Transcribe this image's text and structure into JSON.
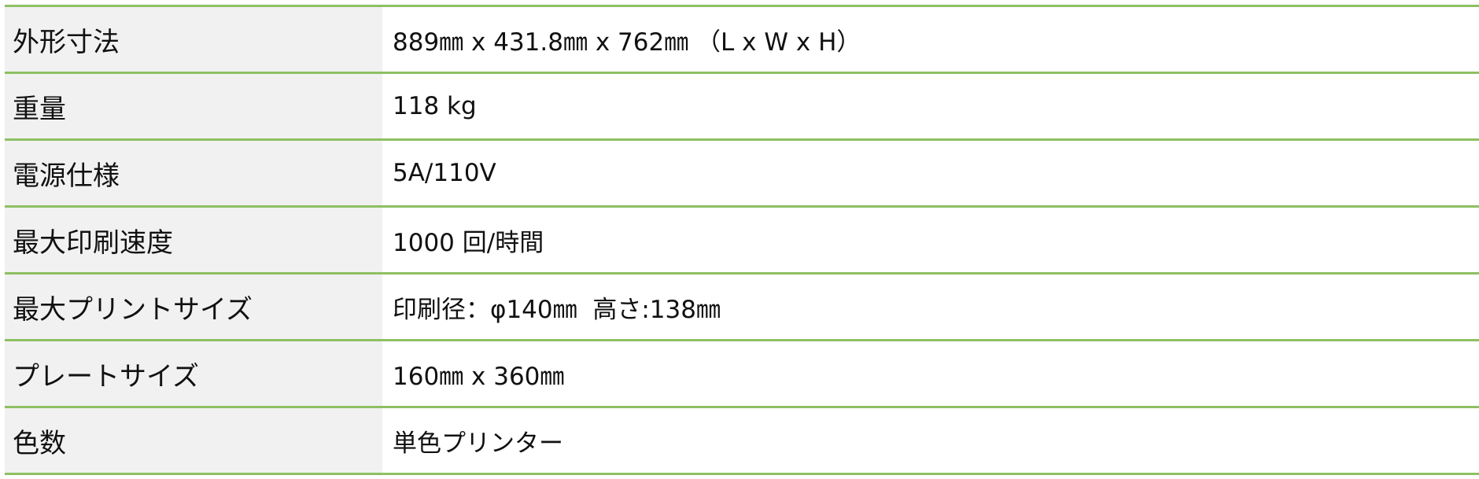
{
  "specs": {
    "rows": [
      {
        "label": "外形寸法",
        "value": "889㎜ x 431.8㎜ x 762㎜ （L x W x H）"
      },
      {
        "label": "重量",
        "value": "118 kg"
      },
      {
        "label": "電源仕様",
        "value": "5A/110V"
      },
      {
        "label": "最大印刷速度",
        "value": "1000 回/時間"
      },
      {
        "label": "最大プリントサイズ",
        "value": "印刷径：φ140㎜  高さ:138㎜"
      },
      {
        "label": "プレートサイズ",
        "value": "160㎜ x 360㎜"
      },
      {
        "label": "色数",
        "value": "単色プリンター"
      }
    ]
  },
  "colors": {
    "border_accent": "#8dc063",
    "label_background": "#f1f1f1",
    "text": "#111111"
  }
}
